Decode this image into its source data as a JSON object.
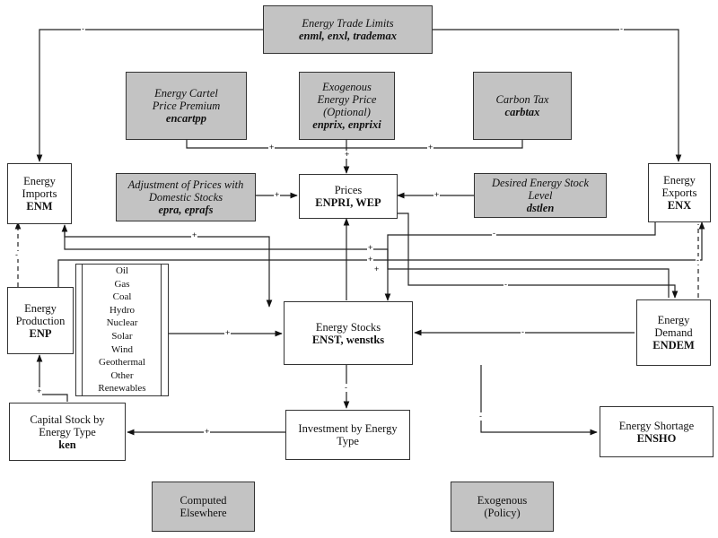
{
  "boxes": {
    "trade_limits": {
      "title": "Energy Trade Limits",
      "vars": "enml, enxl, trademax"
    },
    "cartel_premium": {
      "title_l1": "Energy Cartel",
      "title_l2": "Price  Premium",
      "vars": "encartpp"
    },
    "exog_price": {
      "title_l1": "Exogenous",
      "title_l2": "Energy Price",
      "title_l3": "(Optional)",
      "vars": "enprix, enprixi"
    },
    "carbon_tax": {
      "title": "Carbon Tax",
      "vars": "carbtax"
    },
    "price_adjustment": {
      "title_l1": "Adjustment of Prices with",
      "title_l2": "Domestic Stocks",
      "vars": "epra, eprafs"
    },
    "prices": {
      "title": "Prices",
      "vars": "ENPRI, WEP"
    },
    "desired_stock": {
      "title_l1": "Desired Energy Stock",
      "title_l2": "Level",
      "vars": "dstlen"
    },
    "imports": {
      "title_l1": "Energy",
      "title_l2": "Imports",
      "vars": "ENM"
    },
    "exports": {
      "title_l1": "Energy",
      "title_l2": "Exports",
      "vars": "ENX"
    },
    "production": {
      "title_l1": "Energy",
      "title_l2": "Production",
      "vars": "ENP"
    },
    "stocks": {
      "title": "Energy Stocks",
      "vars": "ENST, wenstks"
    },
    "demand": {
      "title_l1": "Energy",
      "title_l2": "Demand",
      "vars": "ENDEM"
    },
    "capital_stock": {
      "title_l1": "Capital Stock by",
      "title_l2": "Energy Type",
      "vars": "ken"
    },
    "investment": {
      "title_l1": "Investment by Energy",
      "title_l2": "Type"
    },
    "shortage": {
      "title": "Energy Shortage",
      "vars": "ENSHO"
    }
  },
  "energy_sources": [
    "Oil",
    "Gas",
    "Coal",
    "Hydro",
    "Nuclear",
    "Solar",
    "Wind",
    "Geothermal",
    "Other",
    "Renewables"
  ],
  "legend": {
    "computed": {
      "l1": "Computed",
      "l2": "Elsewhere"
    },
    "exogenous": {
      "l1": "Exogenous",
      "l2": "(Policy)"
    }
  },
  "signs": {
    "plus": "+",
    "minus": "-"
  }
}
